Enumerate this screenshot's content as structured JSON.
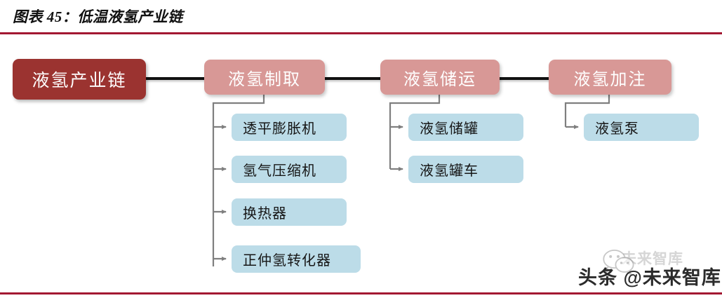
{
  "header": {
    "title": "图表 45：低温液氢产业链",
    "rule_color": "#a31832"
  },
  "colors": {
    "root_box": "#9b3330",
    "stage_box": "#d89896",
    "leaf_box": "#bcdce8",
    "connector": "#111111",
    "tree_connector": "#7f7f7f",
    "text_light": "#ffffff",
    "text_dark": "#161616"
  },
  "diagram": {
    "type": "hierarchy-flow",
    "root": {
      "label": "液氢产业链"
    },
    "stages": [
      {
        "label": "液氢制取",
        "children": [
          {
            "label": "透平膨胀机"
          },
          {
            "label": "氢气压缩机"
          },
          {
            "label": "换热器"
          },
          {
            "label": "正仲氢转化器"
          }
        ]
      },
      {
        "label": "液氢储运",
        "children": [
          {
            "label": "液氢储罐"
          },
          {
            "label": "液氢罐车"
          }
        ]
      },
      {
        "label": "液氢加注",
        "children": [
          {
            "label": "液氢泵"
          }
        ]
      }
    ]
  },
  "watermark": {
    "faint_text": "未来智库",
    "main_text": "头条 @未来智库",
    "icon": "wechat-icon"
  }
}
